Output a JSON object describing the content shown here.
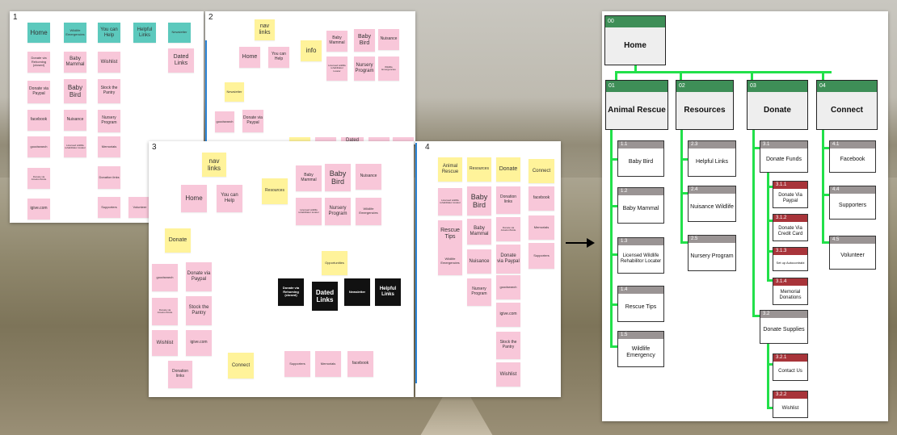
{
  "board1": {
    "number": "1",
    "notes": {
      "home": "Home",
      "wildlife_emergencies": "Wildlife Emergencies",
      "you_can_help": "You can Help",
      "helpful_links": "Helpful Links",
      "newsletter": "Newsletter",
      "donate_rehoming": "Donate via Rehoming (closed)",
      "baby_mammal": "Baby Mammal",
      "wishlist": "Wishlist",
      "dated_links": "Dated Links",
      "donate_paypal": "Donate via Paypal",
      "baby_bird": "Baby Bird",
      "stock_pantry": "Stock the Pantry",
      "facebook": "facebook",
      "nuisance": "Nuisance",
      "nursery_program": "Nursery Program",
      "goodsearch": "goodsearch",
      "licensed_locator": "Licensed wildlife rehabilitator locator",
      "memorials": "Memorials",
      "donate_amazon": "Donate via AmazonSmile",
      "donation_links": "Donation links",
      "igive": "igive.com",
      "supporters": "Supporters",
      "volunteer": "Volunteer"
    }
  },
  "board2": {
    "number": "2",
    "notes": {
      "nav_links": "nav links",
      "home": "Home",
      "you_can_help": "You can Help",
      "info": "info",
      "baby_mammal": "Baby Mammal",
      "baby_bird": "Baby Bird",
      "nuisance": "Nuisance",
      "licensed": "Licensed wildlife rehabilitator locator",
      "nursery_program": "Nursery Program",
      "wildlife_emergencies": "Wildlife Emergencies",
      "newsletter": "Newsletter",
      "goodsearch": "goodsearch",
      "donate_paypal": "Donate via Paypal",
      "dated": "Dated"
    }
  },
  "board3": {
    "number": "3",
    "notes": {
      "nav_links": "nav links",
      "home": "Home",
      "you_can_help": "You can Help",
      "resources": "Resources",
      "baby_mammal": "Baby Mammal",
      "baby_bird": "Baby Bird",
      "nuisance": "Nuisance",
      "licensed": "Licensed wildlife rehabilitator locator",
      "nursery_program": "Nursery Program",
      "wildlife_emergencies": "Wildlife Emergencies",
      "donate": "Donate",
      "goodsearch": "goodsearch",
      "donate_paypal": "Donate via Paypal",
      "opportunities": "Opportunities",
      "donate_rehoming": "Donate via Rehoming (closed)",
      "dated_links": "Dated Links",
      "newsletter": "Newsletter",
      "helpful_links": "Helpful Links",
      "donate_amazon": "Donate via AmazonSmile",
      "stock_pantry": "Stock the Pantry",
      "wishlist": "Wishlist",
      "igive": "igive.com",
      "donation_links": "Donation links",
      "connect": "Connect",
      "supporters": "Supporters",
      "memorials": "Memorials",
      "facebook": "facebook"
    }
  },
  "board4": {
    "number": "4",
    "notes": {
      "animal_rescue": "Animal Rescue",
      "resources": "Resources",
      "donate": "Donate",
      "connect": "Connect",
      "licensed": "Licensed wildlife rehabilitator locator",
      "baby_bird": "Baby Bird",
      "donation_links": "Donation links",
      "facebook": "facebook",
      "rescue_tips": "Rescue Tips",
      "baby_mammal": "Baby Mammal",
      "donate_amazon": "Donate via AmazonSmile",
      "memorials": "Memorials",
      "wildlife_emergencies": "Wildlife Emergencies",
      "nuisance": "Nuisance",
      "donate_paypal": "Donate via Paypal",
      "supporters": "Supporters",
      "nursery_program": "Nursery Program",
      "goodsearch": "goodsearch",
      "igive": "igive.com",
      "stock_pantry": "Stock the Pantry",
      "wishlist": "Wishlist"
    }
  },
  "sitemap": {
    "home": {
      "num": "00",
      "label": "Home"
    },
    "animal_rescue": {
      "num": "01",
      "label": "Animal Rescue"
    },
    "resources": {
      "num": "02",
      "label": "Resources"
    },
    "donate": {
      "num": "03",
      "label": "Donate"
    },
    "connect": {
      "num": "04",
      "label": "Connect"
    },
    "n1_1": {
      "num": "1.1",
      "label": "Baby Bird"
    },
    "n1_2": {
      "num": "1.2",
      "label": "Baby Mammal"
    },
    "n1_3": {
      "num": "1.3",
      "label": "Licensed Wildlife Rehabilitor Locater"
    },
    "n1_4": {
      "num": "1.4",
      "label": "Rescue Tips"
    },
    "n1_5": {
      "num": "1.5",
      "label": "Wildlife Emergency"
    },
    "n2_3": {
      "num": "2.3",
      "label": "Helpful Links"
    },
    "n2_4": {
      "num": "2.4",
      "label": "Nuisance Wildlife"
    },
    "n2_5": {
      "num": "2.5",
      "label": "Nursery Program"
    },
    "n3_1": {
      "num": "3.1",
      "label": "Donate Funds"
    },
    "n3_1_1": {
      "num": "3.1.1",
      "label": "Donate Via Paypal"
    },
    "n3_1_2": {
      "num": "3.1.2",
      "label": "Donate Via Credit Card"
    },
    "n3_1_3": {
      "num": "3.1.3",
      "label": "Set up Autocontrabi"
    },
    "n3_1_4": {
      "num": "3.1.4",
      "label": "Memorial Donations"
    },
    "n3_2": {
      "num": "3.2",
      "label": "Donate Supplies"
    },
    "n3_2_1": {
      "num": "3.2.1",
      "label": "Contact Us"
    },
    "n3_2_2": {
      "num": "3.2.2",
      "label": "Wishlist"
    },
    "n4_1": {
      "num": "4.1",
      "label": "Facebook"
    },
    "n4_4": {
      "num": "4.4",
      "label": "Supporters"
    },
    "n4_5": {
      "num": "4.5",
      "label": "Volunteer"
    }
  },
  "colors": {
    "pink_note": "#f8c7d9",
    "yellow_note": "#fff39a",
    "teal_note": "#5cc9bd",
    "black_note": "#111111",
    "green_header": "#3e8e57",
    "red_header": "#a8343a",
    "gray_header": "#9a9494",
    "connector": "#22e04a",
    "divider": "#2b84d6"
  }
}
